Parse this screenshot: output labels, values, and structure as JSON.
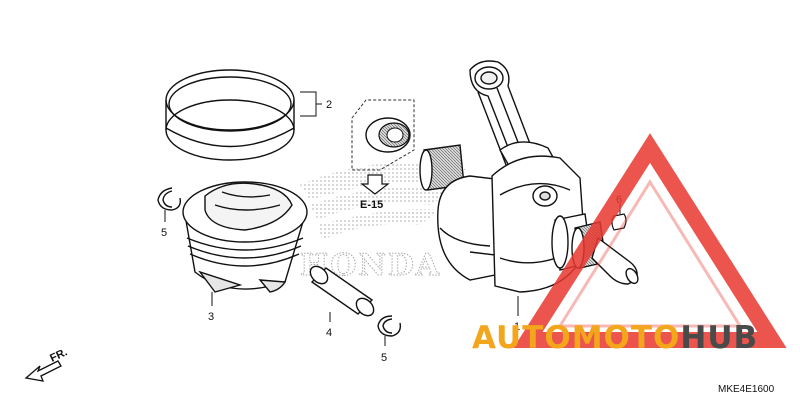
{
  "diagram": {
    "callouts": {
      "piston_rings": "2",
      "piston": "3",
      "piston_pin": "4",
      "clip_left": "5",
      "clip_right": "5",
      "crankshaft": "1",
      "woodruff_key": "6"
    },
    "reference": "E-15",
    "direction": "FR.",
    "diagram_code": "MKE4E1600",
    "brand_watermark": "HONDA"
  },
  "watermark": {
    "brand_part1": "AUTOMOTO",
    "brand_part2": "HUB",
    "colors": {
      "orange": "#f3a51c",
      "dark": "#4a4a4a",
      "red": "#e8372f"
    }
  }
}
